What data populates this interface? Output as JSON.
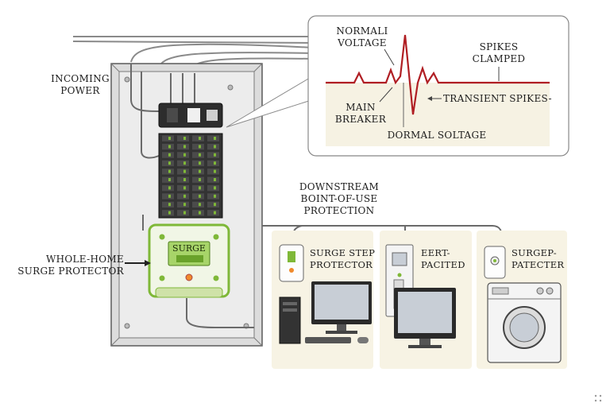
{
  "labels": {
    "incoming_power": [
      "INCOMING",
      "POWER"
    ],
    "whole_home": [
      "WHOLE-HOME",
      "SURGE PROTECTOR"
    ],
    "downstream": [
      "DOWNSTREAM",
      "BOINT-OF-USE",
      "PROTECTION"
    ]
  },
  "surge_device": {
    "screen_text": "SURGE"
  },
  "waveform_inset": {
    "normal_voltage": [
      "NORMALI",
      "VOLTAGE"
    ],
    "spikes_clamped": [
      "SPIKES",
      "CLAMPED"
    ],
    "main_breaker": [
      "MAIN",
      "BREAKER"
    ],
    "transient_spikes": "TRANSIENT SPIKES-",
    "bottom_label": "DORMAL SOLTAGE",
    "line_color": "#b01e23"
  },
  "devices": [
    {
      "label": [
        "SURGE STEP",
        "PROTECTOR"
      ],
      "icon": "computer-icon"
    },
    {
      "label": [
        "EERT-",
        "PACITED"
      ],
      "icon": "monitor-icon"
    },
    {
      "label": [
        "SURGEP-",
        "PATECTER"
      ],
      "icon": "washing-machine-icon"
    }
  ],
  "colors": {
    "panel": "#e6e6e6",
    "device_green": "#7fb838",
    "card_bg": "#f7f3e4",
    "wire": "#8a8a8a"
  }
}
